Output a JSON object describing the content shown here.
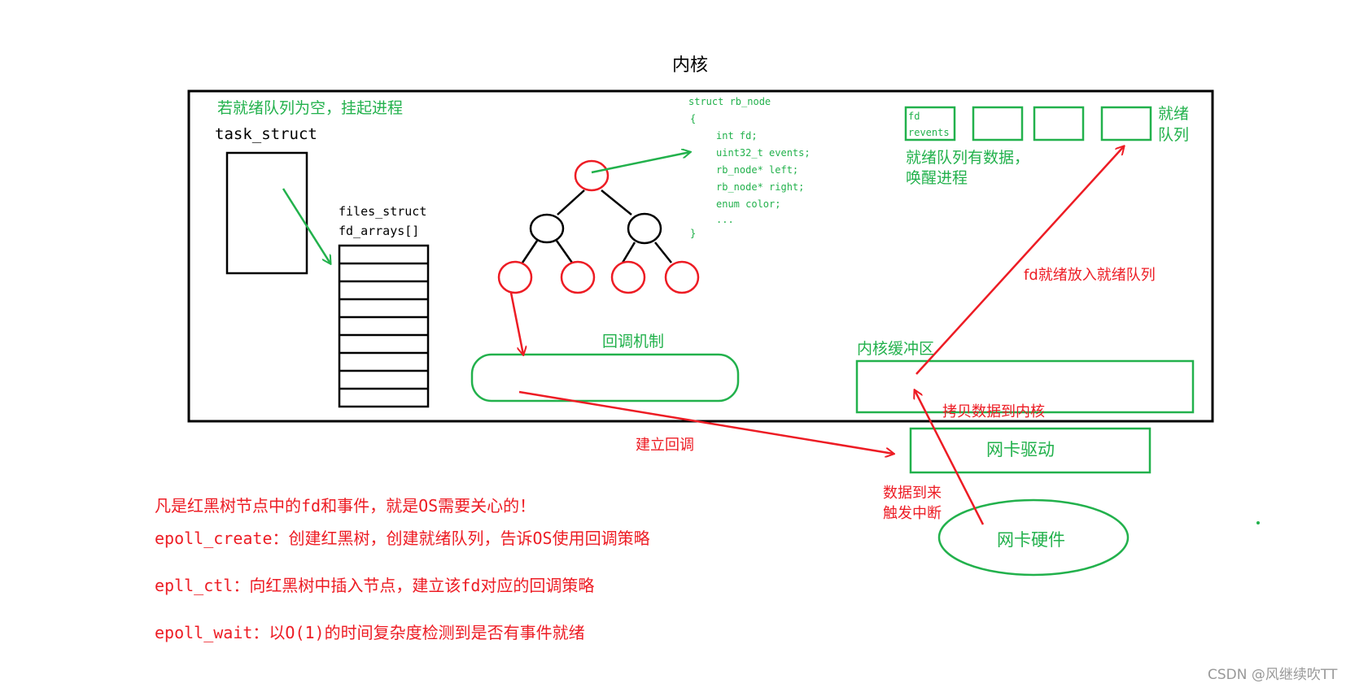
{
  "diagram": {
    "title": "内核",
    "green_notes": {
      "suspend": "若就绪队列为空，挂起进程",
      "wake_line1": "就绪队列有数据，",
      "wake_line2": "唤醒进程",
      "ready_queue_line1": "就绪",
      "ready_queue_line2": "队列",
      "callback": "回调机制",
      "kernel_buffer": "内核缓冲区",
      "nic_driver": "网卡驱动",
      "nic_hardware": "网卡硬件"
    },
    "black_labels": {
      "task_struct": "task_struct",
      "files_struct": "files_struct",
      "fd_arrays": "fd_arrays[]"
    },
    "rb_node_code": [
      "struct rb_node",
      "{",
      "int fd;",
      "uint32_t events;",
      "rb_node* left;",
      "rb_node* right;",
      "enum color;",
      "...",
      "}"
    ],
    "queue_first_cell": {
      "line1": "fd",
      "line2": "revents"
    },
    "red_labels": {
      "fd_ready": "fd就绪放入就绪队列",
      "copy_to_kernel": "拷贝数据到内核",
      "build_callback": "建立回调",
      "data_arrive_line1": "数据到来",
      "data_arrive_line2": "触发中断"
    },
    "notes": [
      "凡是红黑树节点中的fd和事件，就是OS需要关心的！",
      "epoll_create：创建红黑树，创建就绪队列，告诉OS使用回调策略",
      "epll_ctl：向红黑树中插入节点，建立该fd对应的回调策略",
      "epoll_wait：以O(1)的时间复杂度检测到是否有事件就绪"
    ],
    "watermark": "CSDN @风继续吹TT",
    "colors": {
      "green": "#22b14c",
      "red": "#ed1c24",
      "black": "#000000"
    }
  }
}
